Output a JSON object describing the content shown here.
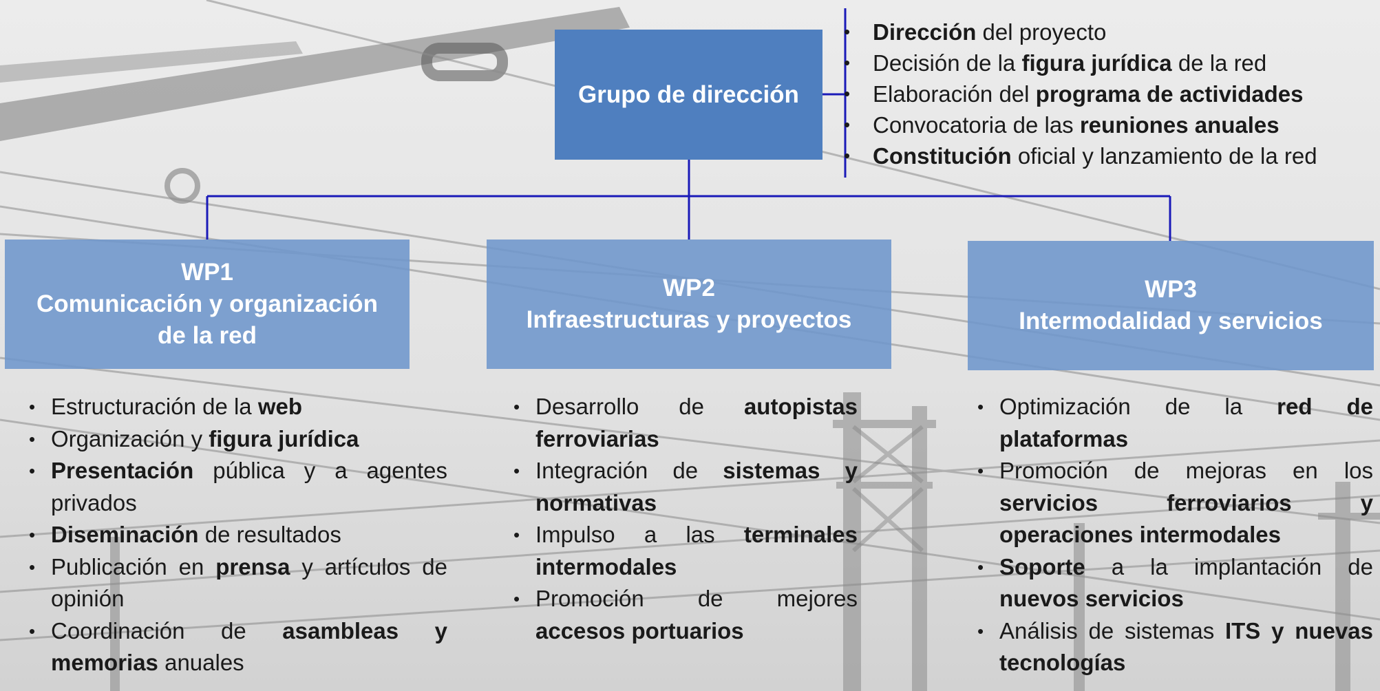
{
  "top_box": {
    "title": "Grupo de dirección"
  },
  "top_items": [
    {
      "parts": [
        {
          "b": "Dirección"
        },
        {
          "t": " del proyecto"
        }
      ]
    },
    {
      "parts": [
        {
          "t": "Decisión de la "
        },
        {
          "b": "figura jurídica"
        },
        {
          "t": " de la red"
        }
      ]
    },
    {
      "parts": [
        {
          "t": "Elaboración del "
        },
        {
          "b": "programa de actividades"
        }
      ]
    },
    {
      "parts": [
        {
          "t": "Convocatoria de las "
        },
        {
          "b": "reuniones anuales"
        }
      ]
    },
    {
      "parts": [
        {
          "b": "Constitución"
        },
        {
          "t": " oficial y lanzamiento de la red"
        }
      ]
    }
  ],
  "wp1": {
    "code": "WP1",
    "title_line1": "Comunicación y organización",
    "title_line2": "de la red",
    "items": [
      {
        "parts": [
          {
            "t": "Estructuración de la "
          },
          {
            "b": "web"
          }
        ]
      },
      {
        "parts": [
          {
            "t": "Organización y "
          },
          {
            "b": "figura jurídica"
          }
        ]
      },
      {
        "parts": [
          {
            "b": "Presentación"
          },
          {
            "t": " pública y a agentes privados"
          }
        ]
      },
      {
        "parts": [
          {
            "b": "Diseminación"
          },
          {
            "t": " de resultados"
          }
        ]
      },
      {
        "parts": [
          {
            "t": "Publicación en "
          },
          {
            "b": "prensa"
          },
          {
            "t": " y artículos de opinión"
          }
        ]
      },
      {
        "parts": [
          {
            "t": "Coordinación de "
          },
          {
            "b": "asambleas y memorias"
          },
          {
            "t": " anuales"
          }
        ]
      }
    ]
  },
  "wp2": {
    "code": "WP2",
    "title_line1": "Infraestructuras y proyectos",
    "items": [
      {
        "parts": [
          {
            "t": "Desarrollo de "
          },
          {
            "b": "autopistas ferroviarias"
          }
        ]
      },
      {
        "parts": [
          {
            "t": "Integración de "
          },
          {
            "b": "sistemas y normativas"
          }
        ]
      },
      {
        "parts": [
          {
            "t": "Impulso a las "
          },
          {
            "b": "terminales intermodales"
          }
        ]
      },
      {
        "parts": [
          {
            "t": "Promoción de mejores "
          },
          {
            "b": "accesos portuarios"
          }
        ]
      }
    ]
  },
  "wp3": {
    "code": "WP3",
    "title_line1": "Intermodalidad y servicios",
    "items": [
      {
        "parts": [
          {
            "t": "Optimización de la "
          },
          {
            "b": "red de plataformas"
          }
        ]
      },
      {
        "parts": [
          {
            "t": "Promoción de mejoras en los "
          },
          {
            "b": "servicios ferroviarios y operaciones intermodales"
          }
        ]
      },
      {
        "parts": [
          {
            "b": "Soporte"
          },
          {
            "t": " a la implantación de "
          },
          {
            "b": "nuevos servicios"
          }
        ]
      },
      {
        "parts": [
          {
            "t": "Análisis de sistemas "
          },
          {
            "b": "ITS y nuevas tecnologías"
          }
        ]
      }
    ]
  },
  "colors": {
    "top_box": "#4f7fbf",
    "wp_box": "#6e96cc",
    "connector": "#1a1ab8",
    "text": "#1a1a1a"
  }
}
